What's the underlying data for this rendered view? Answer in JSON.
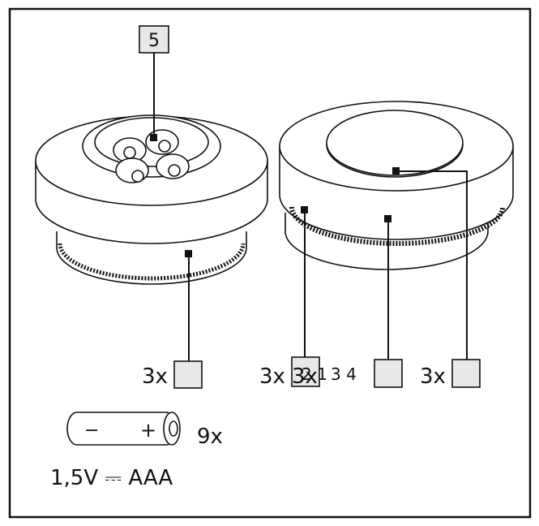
{
  "callouts": {
    "part_number": "5",
    "left_light_qty": "3x",
    "middle_qty_left": "3x",
    "middle_overlap_a": "3x",
    "middle_overlap_b": "2 1",
    "middle_number": "3 4",
    "right_qty": "3x"
  },
  "battery": {
    "minus_sign": "−",
    "plus_sign": "+",
    "quantity": "9x",
    "spec": "1,5V ⎓ AAA"
  },
  "colors": {
    "line": "#111111",
    "box_fill": "#e8e8e8",
    "background": "#ffffff"
  }
}
